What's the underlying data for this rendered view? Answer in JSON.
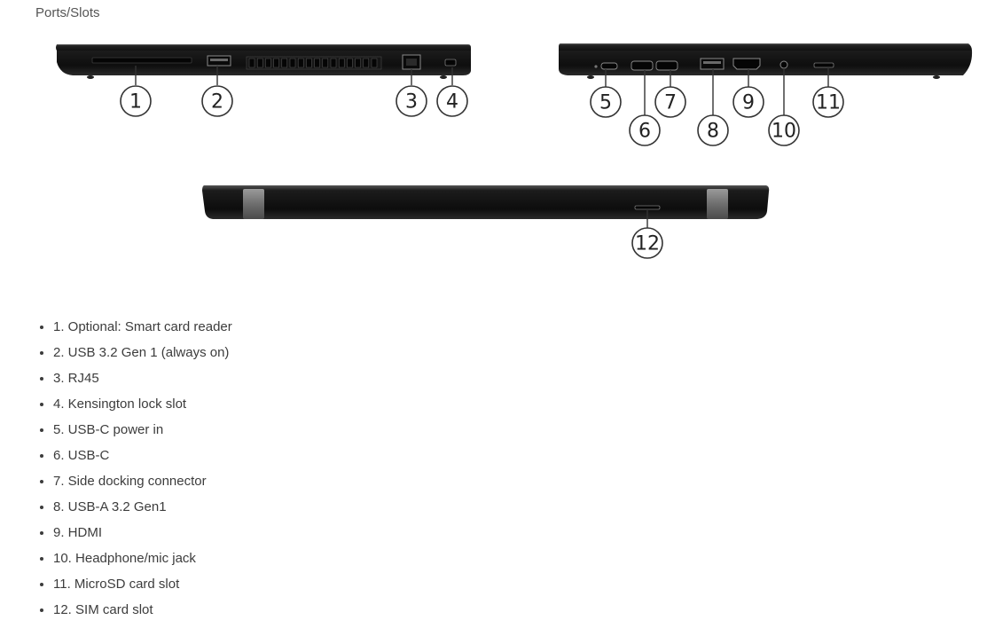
{
  "heading": "Ports/Slots",
  "left_side_callouts": [
    "1",
    "2",
    "3",
    "4"
  ],
  "right_side_callouts": [
    "5",
    "6",
    "7",
    "8",
    "9",
    "10",
    "11"
  ],
  "rear_callouts": [
    "12"
  ],
  "ports": [
    {
      "label": "1. Optional: Smart card reader"
    },
    {
      "label": "2. USB 3.2 Gen 1 (always on)"
    },
    {
      "label": "3. RJ45"
    },
    {
      "label": "4. Kensington lock slot"
    },
    {
      "label": "5. USB-C power in"
    },
    {
      "label": "6. USB-C"
    },
    {
      "label": "7. Side docking connector"
    },
    {
      "label": "8. USB-A 3.2 Gen1"
    },
    {
      "label": "9. HDMI"
    },
    {
      "label": "10. Headphone/mic jack"
    },
    {
      "label": "11. MicroSD card slot"
    },
    {
      "label": "12. SIM card slot"
    }
  ]
}
